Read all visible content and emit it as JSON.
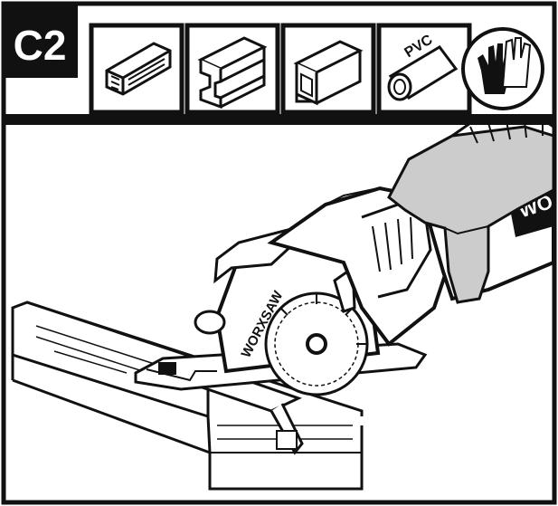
{
  "panel": {
    "step_label": "C2",
    "icons": [
      {
        "name": "wood-icon",
        "meaning": "wood"
      },
      {
        "name": "aluminium-profile-icon",
        "meaning": "aluminium profile"
      },
      {
        "name": "square-tube-icon",
        "meaning": "square tube"
      },
      {
        "name": "pvc-pipe-icon",
        "meaning": "pvc pipe"
      },
      {
        "name": "gloves-icon",
        "meaning": "gloves"
      }
    ],
    "pvc_text": "PVC",
    "saw_brand_text": "WORXSAW",
    "handle_text": "WO",
    "colors": {
      "ink": "#111111",
      "paper": "#ffffff",
      "glove": "#cccccc",
      "header_bg": "#111111"
    }
  }
}
